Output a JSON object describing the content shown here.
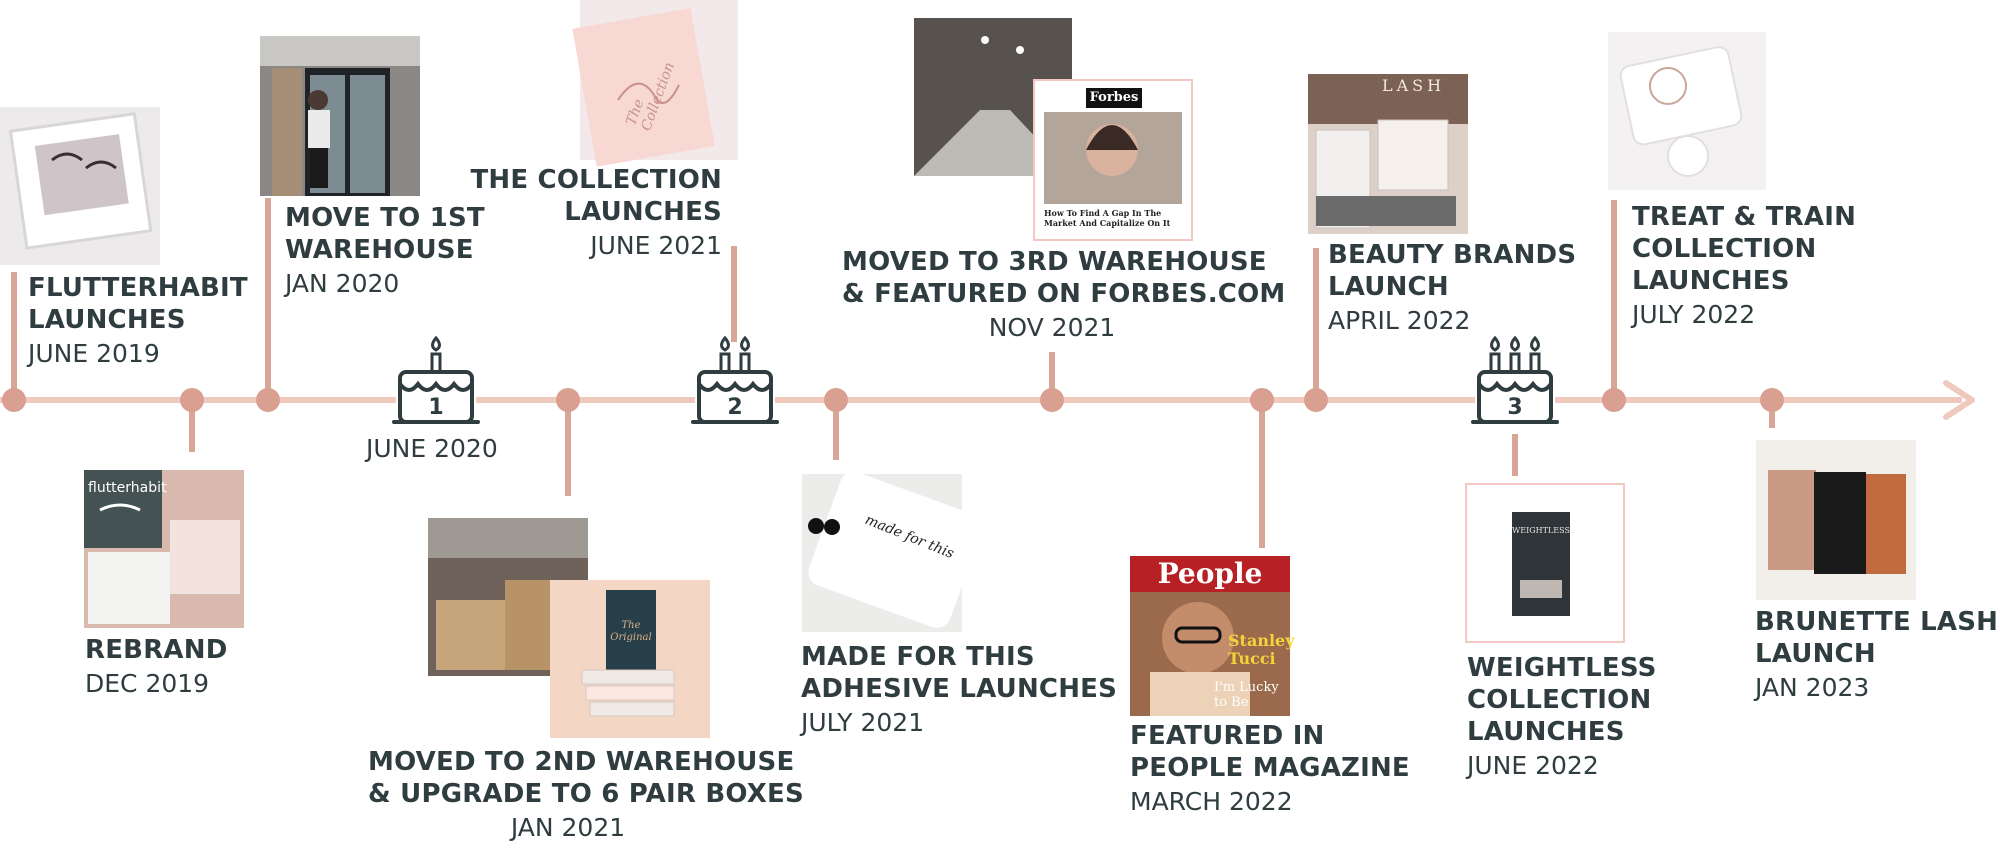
{
  "colors": {
    "line": "#e8b8a8",
    "accent": "#d49e8f",
    "text": "#2f3d40",
    "icon": "#2f3d40"
  },
  "milestones": [
    {
      "id": "flutterhabit-launch",
      "title_lines": [
        "FLUTTERHABIT",
        "LAUNCHES"
      ],
      "date": "JUNE 2019"
    },
    {
      "id": "rebrand",
      "title_lines": [
        "REBRAND"
      ],
      "date": "DEC 2019"
    },
    {
      "id": "first-warehouse",
      "title_lines": [
        "MOVE TO 1ST",
        "WAREHOUSE"
      ],
      "date": "JAN 2020"
    },
    {
      "id": "anniversary-1",
      "cake_number": "1",
      "date": "JUNE 2020"
    },
    {
      "id": "second-warehouse",
      "title_lines": [
        "MOVED TO 2ND WAREHOUSE",
        "& UPGRADE TO 6 PAIR BOXES"
      ],
      "date": "JAN 2021"
    },
    {
      "id": "collection-launch",
      "title_lines": [
        "THE COLLECTION",
        "LAUNCHES"
      ],
      "date": "JUNE 2021"
    },
    {
      "id": "anniversary-2",
      "cake_number": "2"
    },
    {
      "id": "adhesive-launch",
      "title_lines": [
        "MADE FOR THIS",
        "ADHESIVE LAUNCHES"
      ],
      "date": "JULY 2021"
    },
    {
      "id": "third-warehouse",
      "title_lines": [
        "MOVED TO 3RD WAREHOUSE",
        "& FEATURED ON FORBES.COM"
      ],
      "date": "NOV 2021"
    },
    {
      "id": "people-magazine",
      "title_lines": [
        "FEATURED IN",
        "PEOPLE MAGAZINE"
      ],
      "date": "MARCH 2022"
    },
    {
      "id": "beauty-brands",
      "title_lines": [
        "BEAUTY BRANDS",
        "LAUNCH"
      ],
      "date": "APRIL 2022"
    },
    {
      "id": "anniversary-3",
      "cake_number": "3"
    },
    {
      "id": "weightless-collection",
      "title_lines": [
        "WEIGHTLESS",
        "COLLECTION",
        "LAUNCHES"
      ],
      "date": "JUNE 2022"
    },
    {
      "id": "treat-train",
      "title_lines": [
        "TREAT & TRAIN",
        "COLLECTION",
        "LAUNCHES"
      ],
      "date": "JULY 2022"
    },
    {
      "id": "brunette-lashes",
      "title_lines": [
        "BRUNETTE LASHES",
        "LAUNCH"
      ],
      "date": "JAN 2023"
    }
  ],
  "photo_text": {
    "forbes_logo": "Forbes",
    "forbes_headline": "How To Find A Gap In The Market And Capitalize On It",
    "people_logo": "People",
    "people_cover_name": "Stanley Tucci",
    "people_cover_quote": "I'm Lucky to Be",
    "flutterhabit_brand": "flutterhabit",
    "collection_script": "The Collection",
    "original_script": "The Original",
    "adhesive_script": "made for this",
    "weightless_label": "WEIGHTLESS",
    "lash_sign": "LASH"
  }
}
